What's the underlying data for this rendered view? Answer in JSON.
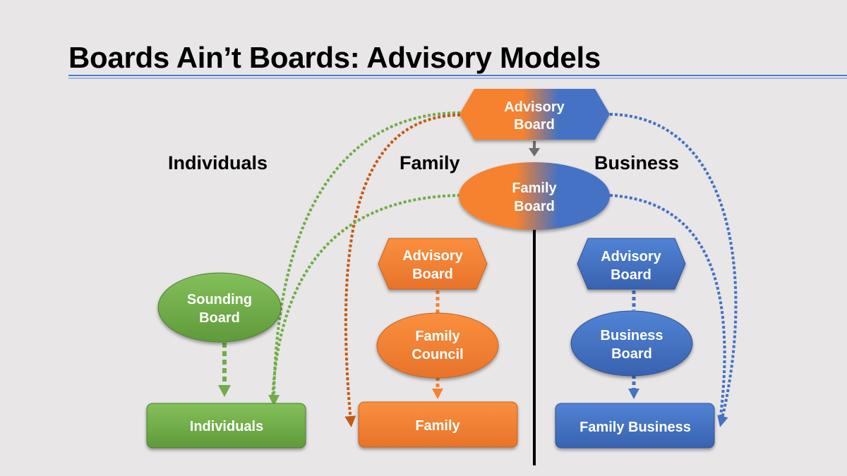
{
  "title": "Boards Ain’t Boards: Advisory Models",
  "column_headers": {
    "individuals": "Individuals",
    "family": "Family",
    "business": "Business"
  },
  "nodes": {
    "top_advisory": [
      "Advisory",
      "Board"
    ],
    "family_board": [
      "Family",
      "Board"
    ],
    "family_advisory": [
      "Advisory",
      "Board"
    ],
    "business_advisory": [
      "Advisory",
      "Board"
    ],
    "sounding_board": [
      "Sounding",
      "Board"
    ],
    "family_council": [
      "Family",
      "Council"
    ],
    "business_board": [
      "Business",
      "Board"
    ],
    "individuals_box": "Individuals",
    "family_box": "Family",
    "family_business_box": "Family Business"
  },
  "colors": {
    "green": "#70ad47",
    "orange": "#f6812f",
    "blue": "#4472c4",
    "dark_orange": "#c55a11",
    "gray_arrow": "#6e6e6e",
    "title_rule": "#4a7fc8"
  }
}
